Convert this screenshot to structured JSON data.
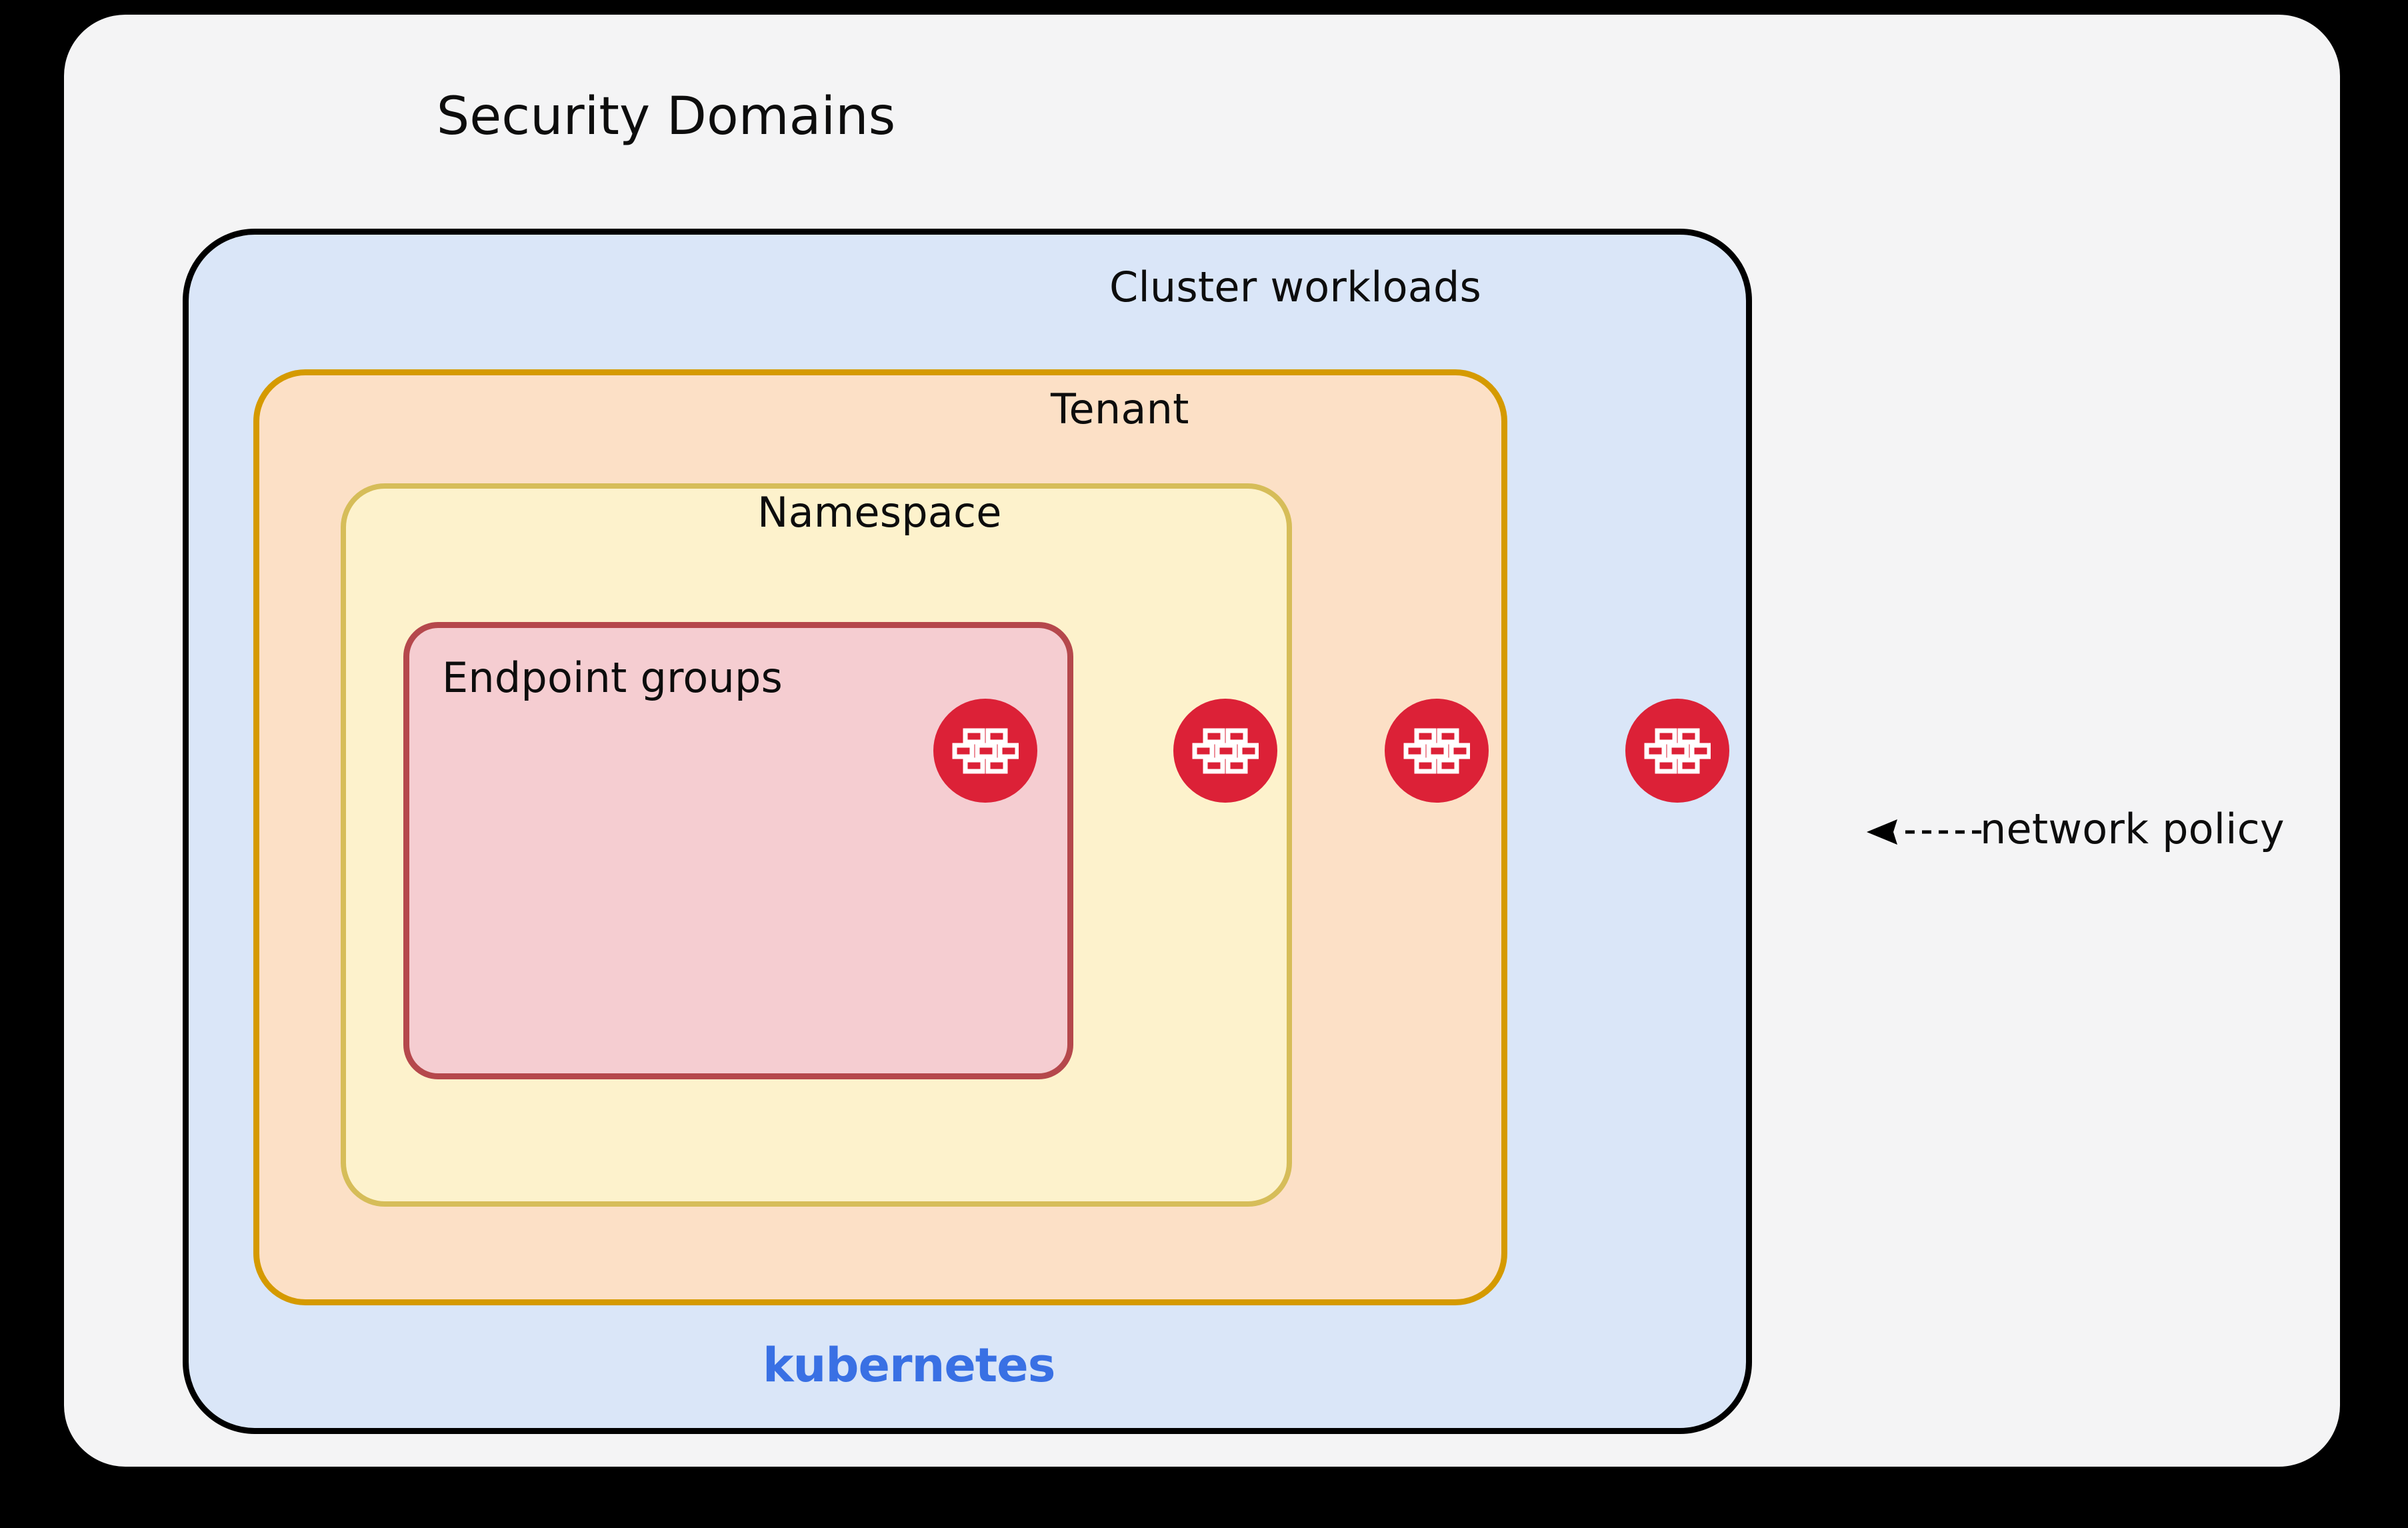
{
  "diagram": {
    "title": "Security Domains",
    "background_color": "#000000",
    "panel_color": "#f4f4f5"
  },
  "domains": [
    {
      "key": "cluster",
      "label": "Cluster workloads",
      "fill": "#dae6f8",
      "stroke": "#000000"
    },
    {
      "key": "tenant",
      "label": "Tenant",
      "fill": "#fce0c6",
      "stroke": "#d59a00"
    },
    {
      "key": "namespace",
      "label": "Namespace",
      "fill": "#fdf2cc",
      "stroke": "#d6bd59"
    },
    {
      "key": "endpoint",
      "label": "Endpoint groups",
      "fill": "#f5cdd1",
      "stroke": "#b5484c"
    }
  ],
  "branding": {
    "kubernetes_label": "kubernetes",
    "kubernetes_color": "#3970e4"
  },
  "annotation": {
    "label": "network policy",
    "arrow_style": "dashed-left-arrow",
    "icon_name": "firewall-icon",
    "icon_color": "#dc2137",
    "icon_count": 4
  }
}
